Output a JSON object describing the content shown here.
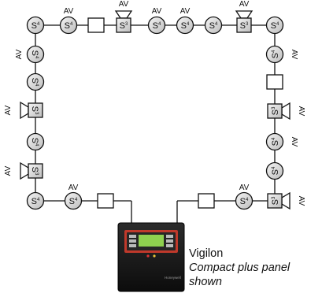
{
  "labels": {
    "sensor": "S",
    "sensor_sup": "4",
    "sounder": "S",
    "sounder_sup": "3",
    "av": "AV"
  },
  "caption": {
    "title": "Vigilon",
    "subtitle_line1": "Compact plus panel",
    "subtitle_line2": "shown"
  },
  "panel": {
    "brand": "Honeywell"
  },
  "colors": {
    "line": "#111111",
    "device_fill": "#d9d9d9",
    "panel_body": "#1a1a1a",
    "panel_accent": "#c0392b",
    "panel_screen": "#8fd14f"
  }
}
